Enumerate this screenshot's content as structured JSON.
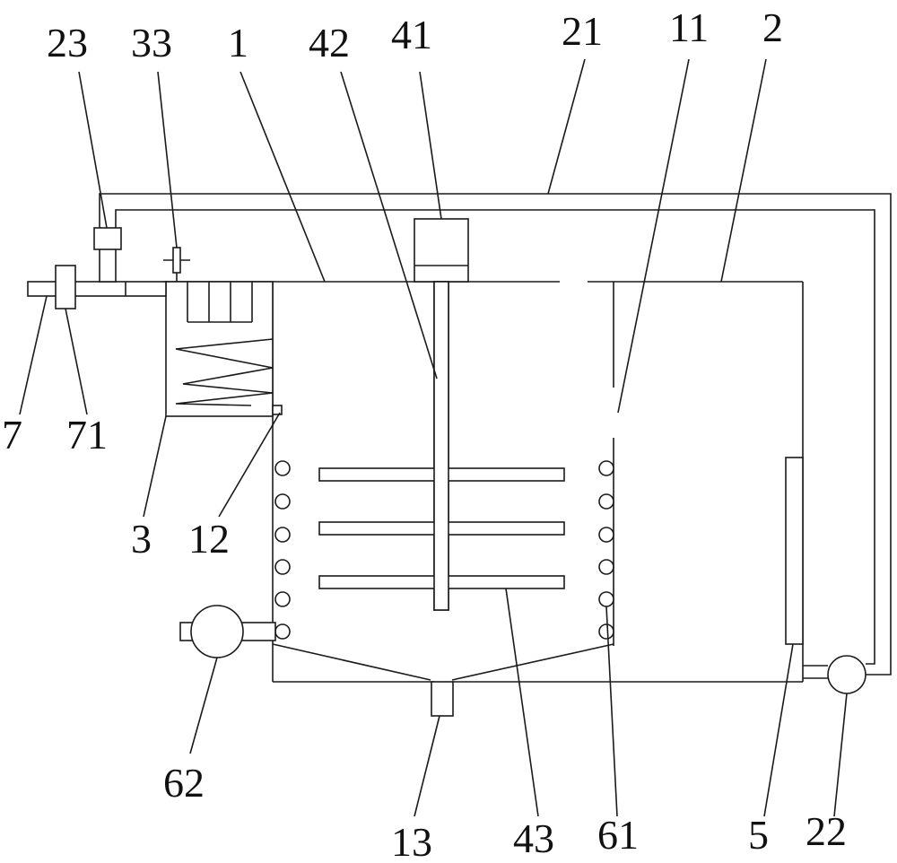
{
  "labels": {
    "l23": "23",
    "l33": "33",
    "l1": "1",
    "l42": "42",
    "l41": "41",
    "l21": "21",
    "l11": "11",
    "l2": "2",
    "l7": "7",
    "l71": "71",
    "l3": "3",
    "l12": "12",
    "l62": "62",
    "l13": "13",
    "l43": "43",
    "l61": "61",
    "l5": "5",
    "l22": "22"
  },
  "colors": {
    "line": "#1a1a1a",
    "background": "#ffffff"
  }
}
